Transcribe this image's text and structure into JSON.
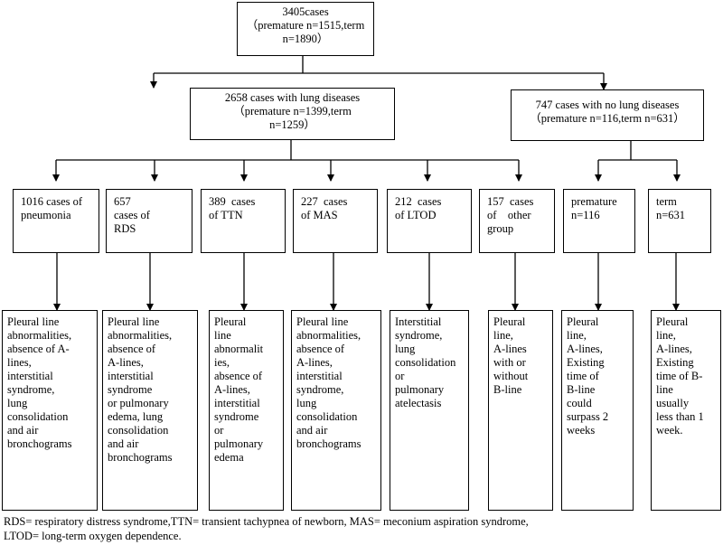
{
  "root": {
    "lines": [
      "3405cases",
      "（premature n=1515,term",
      "n=1890）"
    ]
  },
  "lung": {
    "lines": [
      "2658 cases with lung diseases",
      "（premature n=1399,term",
      "n=1259）"
    ]
  },
  "nolung": {
    "lines": [
      "747 cases with no lung diseases",
      "（premature n=116,term n=631）"
    ]
  },
  "categories": [
    {
      "lines": [
        "1016 cases of",
        "pneumonia"
      ]
    },
    {
      "lines": [
        "657",
        "cases of",
        "RDS"
      ]
    },
    {
      "lines": [
        "389  cases",
        "of TTN"
      ]
    },
    {
      "lines": [
        "227  cases",
        "of MAS"
      ]
    },
    {
      "lines": [
        "212  cases",
        "of LTOD"
      ]
    },
    {
      "lines": [
        "157  cases",
        "of    other",
        "group"
      ]
    },
    {
      "lines": [
        "premature",
        "n=116"
      ]
    },
    {
      "lines": [
        "term",
        "n=631"
      ]
    }
  ],
  "findings": [
    {
      "lines": [
        "Pleural line",
        "abnormalities,",
        "absence of A-",
        "lines,",
        "interstitial",
        "syndrome,",
        "lung",
        "consolidation",
        "and air",
        "bronchograms"
      ]
    },
    {
      "lines": [
        "Pleural line",
        "abnormalities,",
        "absence of",
        "A-lines,",
        "interstitial",
        "syndrome",
        "or pulmonary",
        "edema, lung",
        "consolidation",
        "and air",
        "bronchograms"
      ]
    },
    {
      "lines": [
        "Pleural",
        "line",
        "abnormalit",
        "ies,",
        "absence of",
        "A-lines,",
        "interstitial",
        "syndrome",
        "or",
        "pulmonary",
        "edema"
      ]
    },
    {
      "lines": [
        "Pleural line",
        "abnormalities,",
        "absence of",
        "A-lines,",
        "interstitial",
        "syndrome,",
        "lung",
        "consolidation",
        "and air",
        "bronchograms"
      ]
    },
    {
      "lines": [
        "Interstitial",
        "syndrome,",
        "lung",
        "consolidation",
        "or",
        "pulmonary",
        "atelectasis"
      ]
    },
    {
      "lines": [
        "Pleural",
        "line,",
        "A-lines",
        "with or",
        "without",
        "B-line"
      ]
    },
    {
      "lines": [
        "Pleural",
        "line,",
        "A-lines,",
        "Existing",
        "time of",
        "B-line",
        "could",
        "surpass 2",
        "weeks"
      ]
    },
    {
      "lines": [
        "Pleural",
        "line,",
        "A-lines,",
        "Existing",
        "time of B-",
        "line",
        "usually",
        "less than 1",
        "week."
      ]
    }
  ],
  "footnote": {
    "line1": "RDS= respiratory distress syndrome,TTN= transient tachypnea of newborn, MAS= meconium aspiration syndrome,",
    "line2": "LTOD= long-term oxygen dependence."
  }
}
